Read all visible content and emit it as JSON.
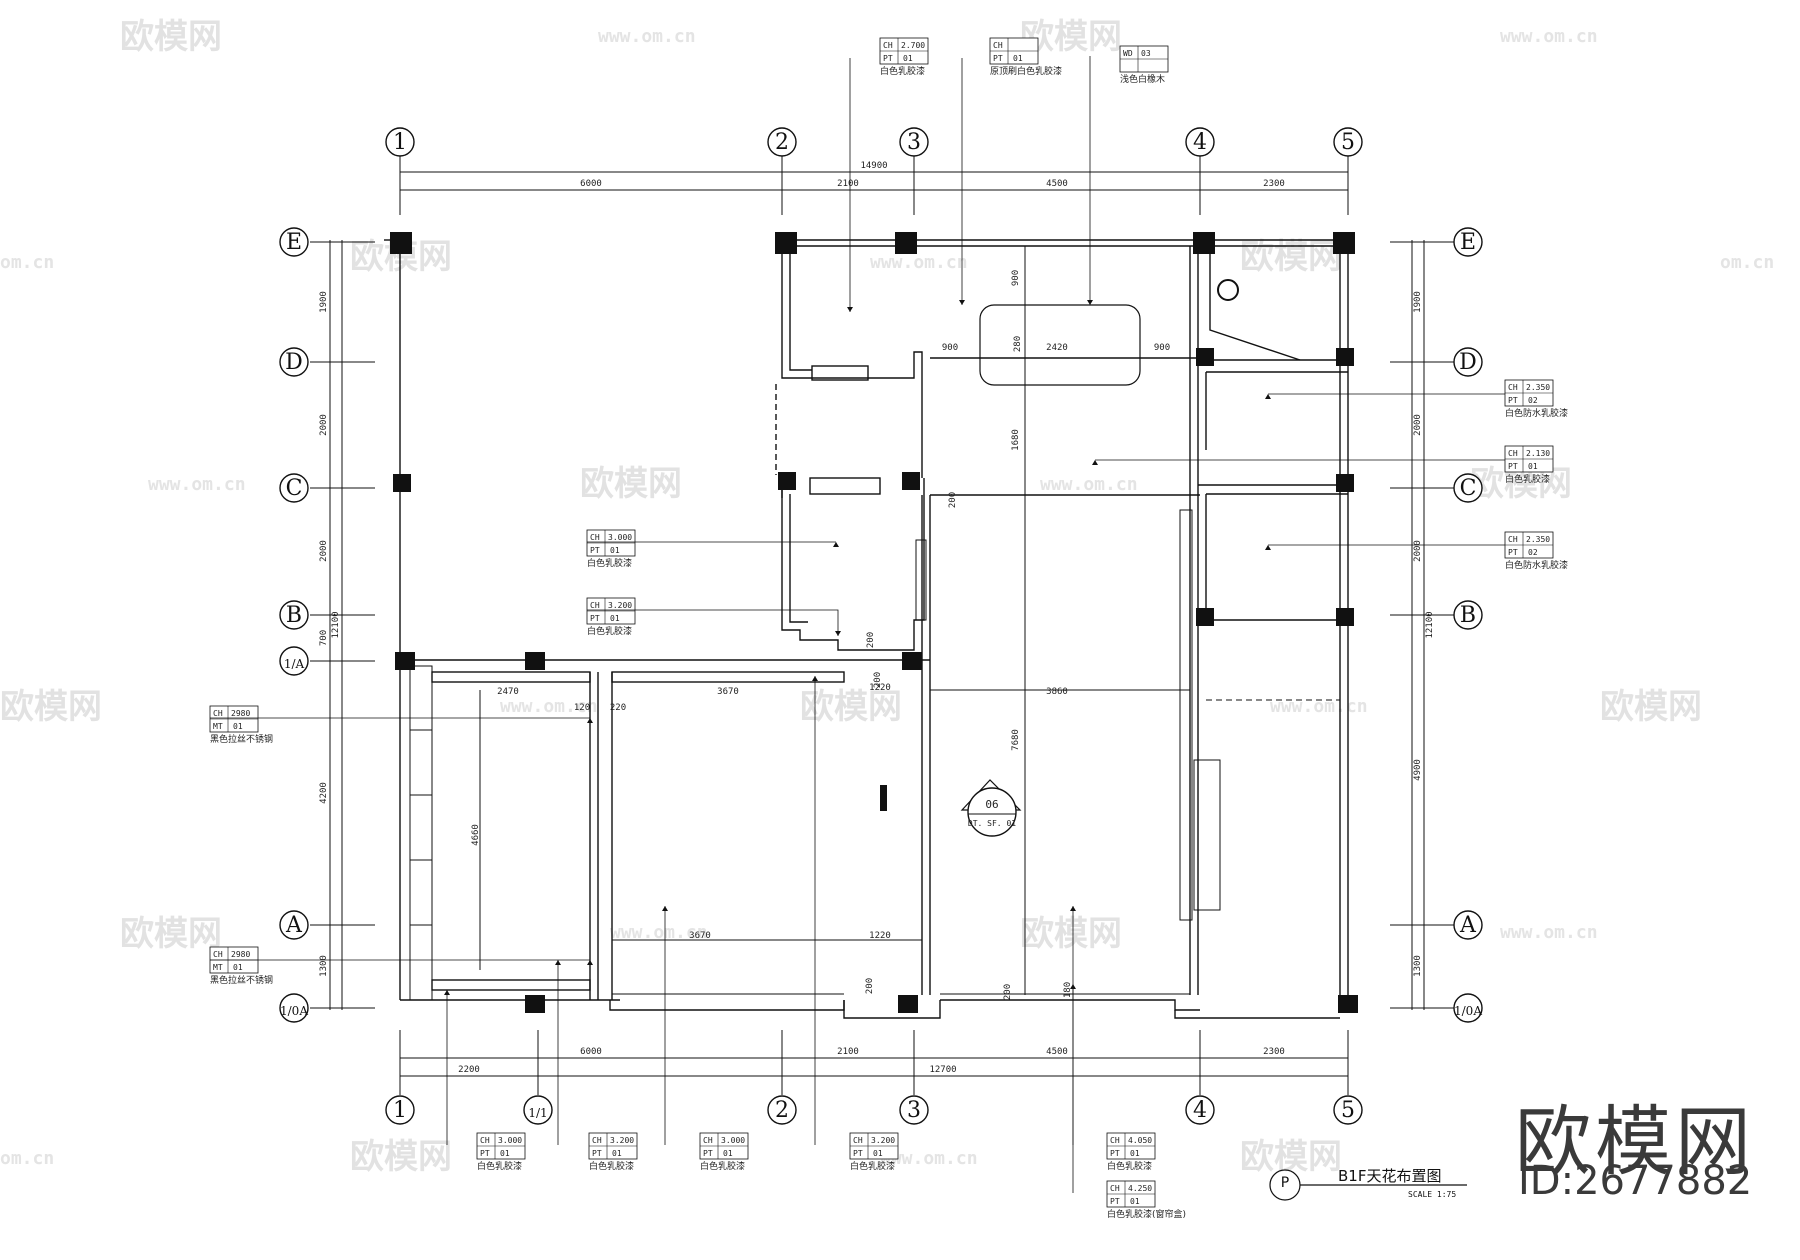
{
  "drawing": {
    "title": "B1F天花布置图",
    "scale": "SCALE  1:75",
    "sheet_symbol": "P",
    "callout": {
      "top": "06",
      "bottom": "DT. SF. 01"
    }
  },
  "grid": {
    "columns": [
      "1",
      "2",
      "3",
      "4",
      "5"
    ],
    "bottom_extra": "1/1",
    "rows": [
      "E",
      "D",
      "C",
      "B",
      "1/A",
      "A",
      "1/0A"
    ]
  },
  "dims": {
    "top_total": "14900",
    "top_spans": [
      "6000",
      "2100",
      "4500",
      "2300"
    ],
    "bottom_spans": [
      "6000",
      "2100",
      "4500",
      "2300"
    ],
    "bottom_sub": [
      "2200",
      "12700"
    ],
    "left_total": "12100",
    "left_spans": [
      "1900",
      "2000",
      "2000",
      "700",
      "4200",
      "1300"
    ],
    "right_total": "12100",
    "right_spans": [
      "1900",
      "2000",
      "2000",
      "4900",
      "1300"
    ],
    "interior": [
      "900",
      "2420",
      "900",
      "900",
      "280",
      "1680",
      "200",
      "2470",
      "3670",
      "3860",
      "7680",
      "4660",
      "1220",
      "1220",
      "3670",
      "200",
      "200",
      "180",
      "120",
      "220",
      "200",
      "200"
    ]
  },
  "tags": [
    {
      "ch": "2.700",
      "code": "PT",
      "num": "01",
      "desc": "白色乳胶漆"
    },
    {
      "ch": "",
      "code": "PT",
      "num": "01",
      "desc": "原顶刷白色乳胶漆"
    },
    {
      "ch": "03",
      "code": "WD",
      "num": "",
      "desc": "浅色白橡木"
    },
    {
      "ch": "2.350",
      "code": "PT",
      "num": "02",
      "desc": "白色防水乳胶漆"
    },
    {
      "ch": "2.130",
      "code": "PT",
      "num": "01",
      "desc": "白色乳胶漆"
    },
    {
      "ch": "2.350",
      "code": "PT",
      "num": "02",
      "desc": "白色防水乳胶漆"
    },
    {
      "ch": "3.000",
      "code": "PT",
      "num": "01",
      "desc": "白色乳胶漆"
    },
    {
      "ch": "3.200",
      "code": "PT",
      "num": "01",
      "desc": "白色乳胶漆"
    },
    {
      "ch": "2980",
      "code": "MT",
      "num": "01",
      "desc": "黑色拉丝不锈钢"
    },
    {
      "ch": "2980",
      "code": "MT",
      "num": "01",
      "desc": "黑色拉丝不锈钢"
    },
    {
      "ch": "3.000",
      "code": "PT",
      "num": "01",
      "desc": "白色乳胶漆"
    },
    {
      "ch": "3.200",
      "code": "PT",
      "num": "01",
      "desc": "白色乳胶漆"
    },
    {
      "ch": "3.000",
      "code": "PT",
      "num": "01",
      "desc": "白色乳胶漆"
    },
    {
      "ch": "3.200",
      "code": "PT",
      "num": "01",
      "desc": "白色乳胶漆"
    },
    {
      "ch": "4.050",
      "code": "PT",
      "num": "01",
      "desc": "白色乳胶漆"
    },
    {
      "ch": "4.250",
      "code": "PT",
      "num": "01",
      "desc": "白色乳胶漆(窗帘盒)"
    }
  ],
  "watermark": {
    "brand": "欧模网",
    "url": "www.om.cn",
    "url_short": "om.cn",
    "id": "ID:2677882"
  },
  "colors": {
    "line": "#111111",
    "column": "#111111",
    "watermark": "#e2e2e2"
  }
}
